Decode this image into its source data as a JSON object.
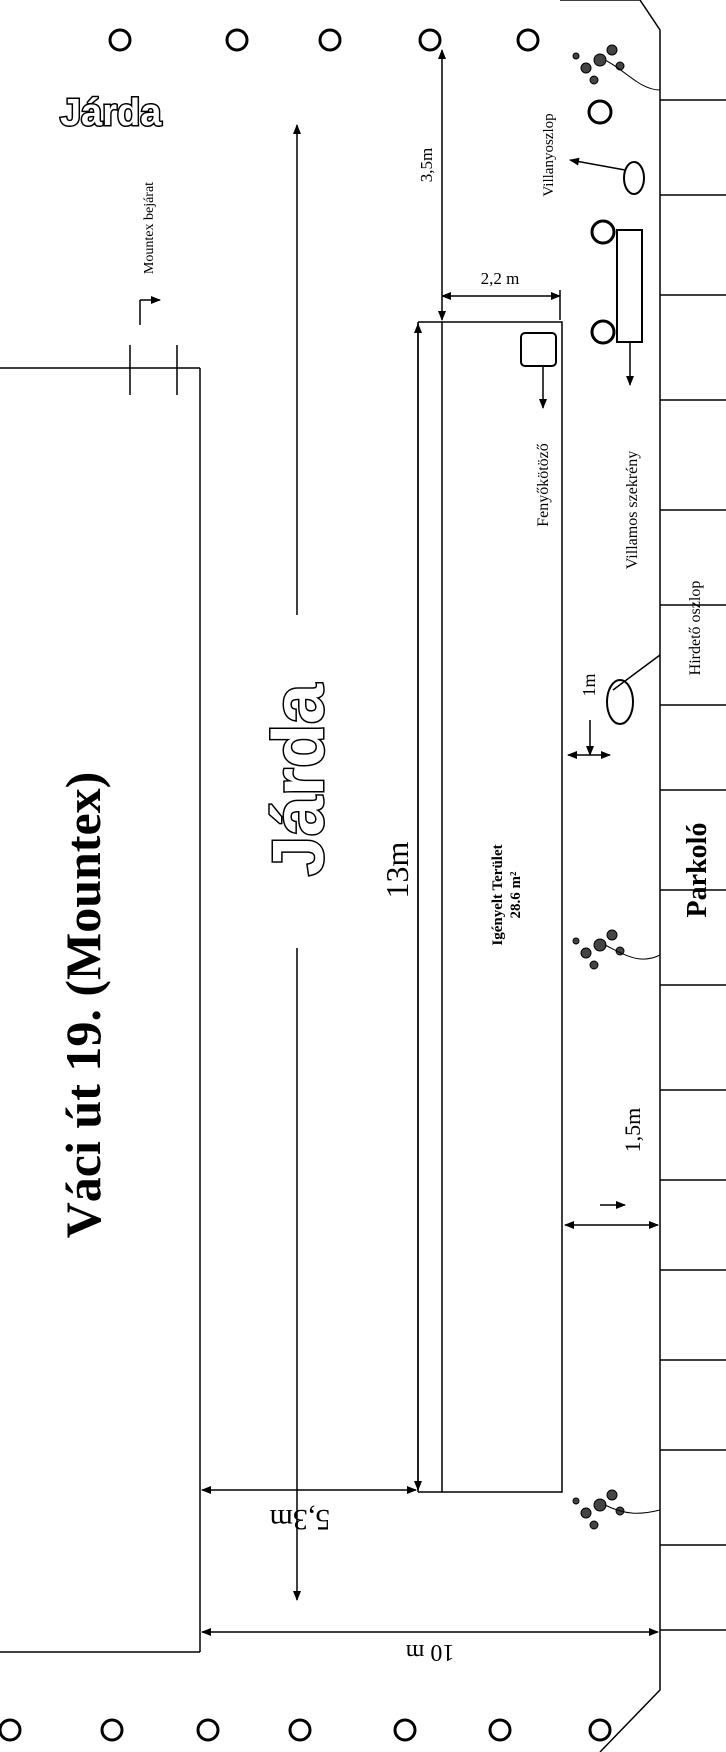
{
  "diagram": {
    "address_title": "Váci út 19. (Mountex)",
    "sidewalk_top_label": "Járda",
    "sidewalk_main_label": "Járda",
    "entrance_label": "Mountex bejárat",
    "pole_label": "Villanyoszlop",
    "cabinet_label": "Villamos szekrény",
    "photocopier_label": "Fenyőkötöző",
    "ad_pillar_label": "Hirdető oszlop",
    "parking_label": "Parkoló",
    "area_label": "Igényelt Terület",
    "area_value": "28.6 m²",
    "dim_3_5": "3,5m",
    "dim_2_2": "2,2 m",
    "dim_13": "13m",
    "dim_1": "1m",
    "dim_1_5": "1,5m",
    "dim_5_3": "5,3m",
    "dim_10": "10 m"
  },
  "colors": {
    "ink": "#000000",
    "paper": "#ffffff",
    "tree": "#444444"
  },
  "icons": [
    "post-circle-icon",
    "tree-icon",
    "arrow-icon"
  ]
}
